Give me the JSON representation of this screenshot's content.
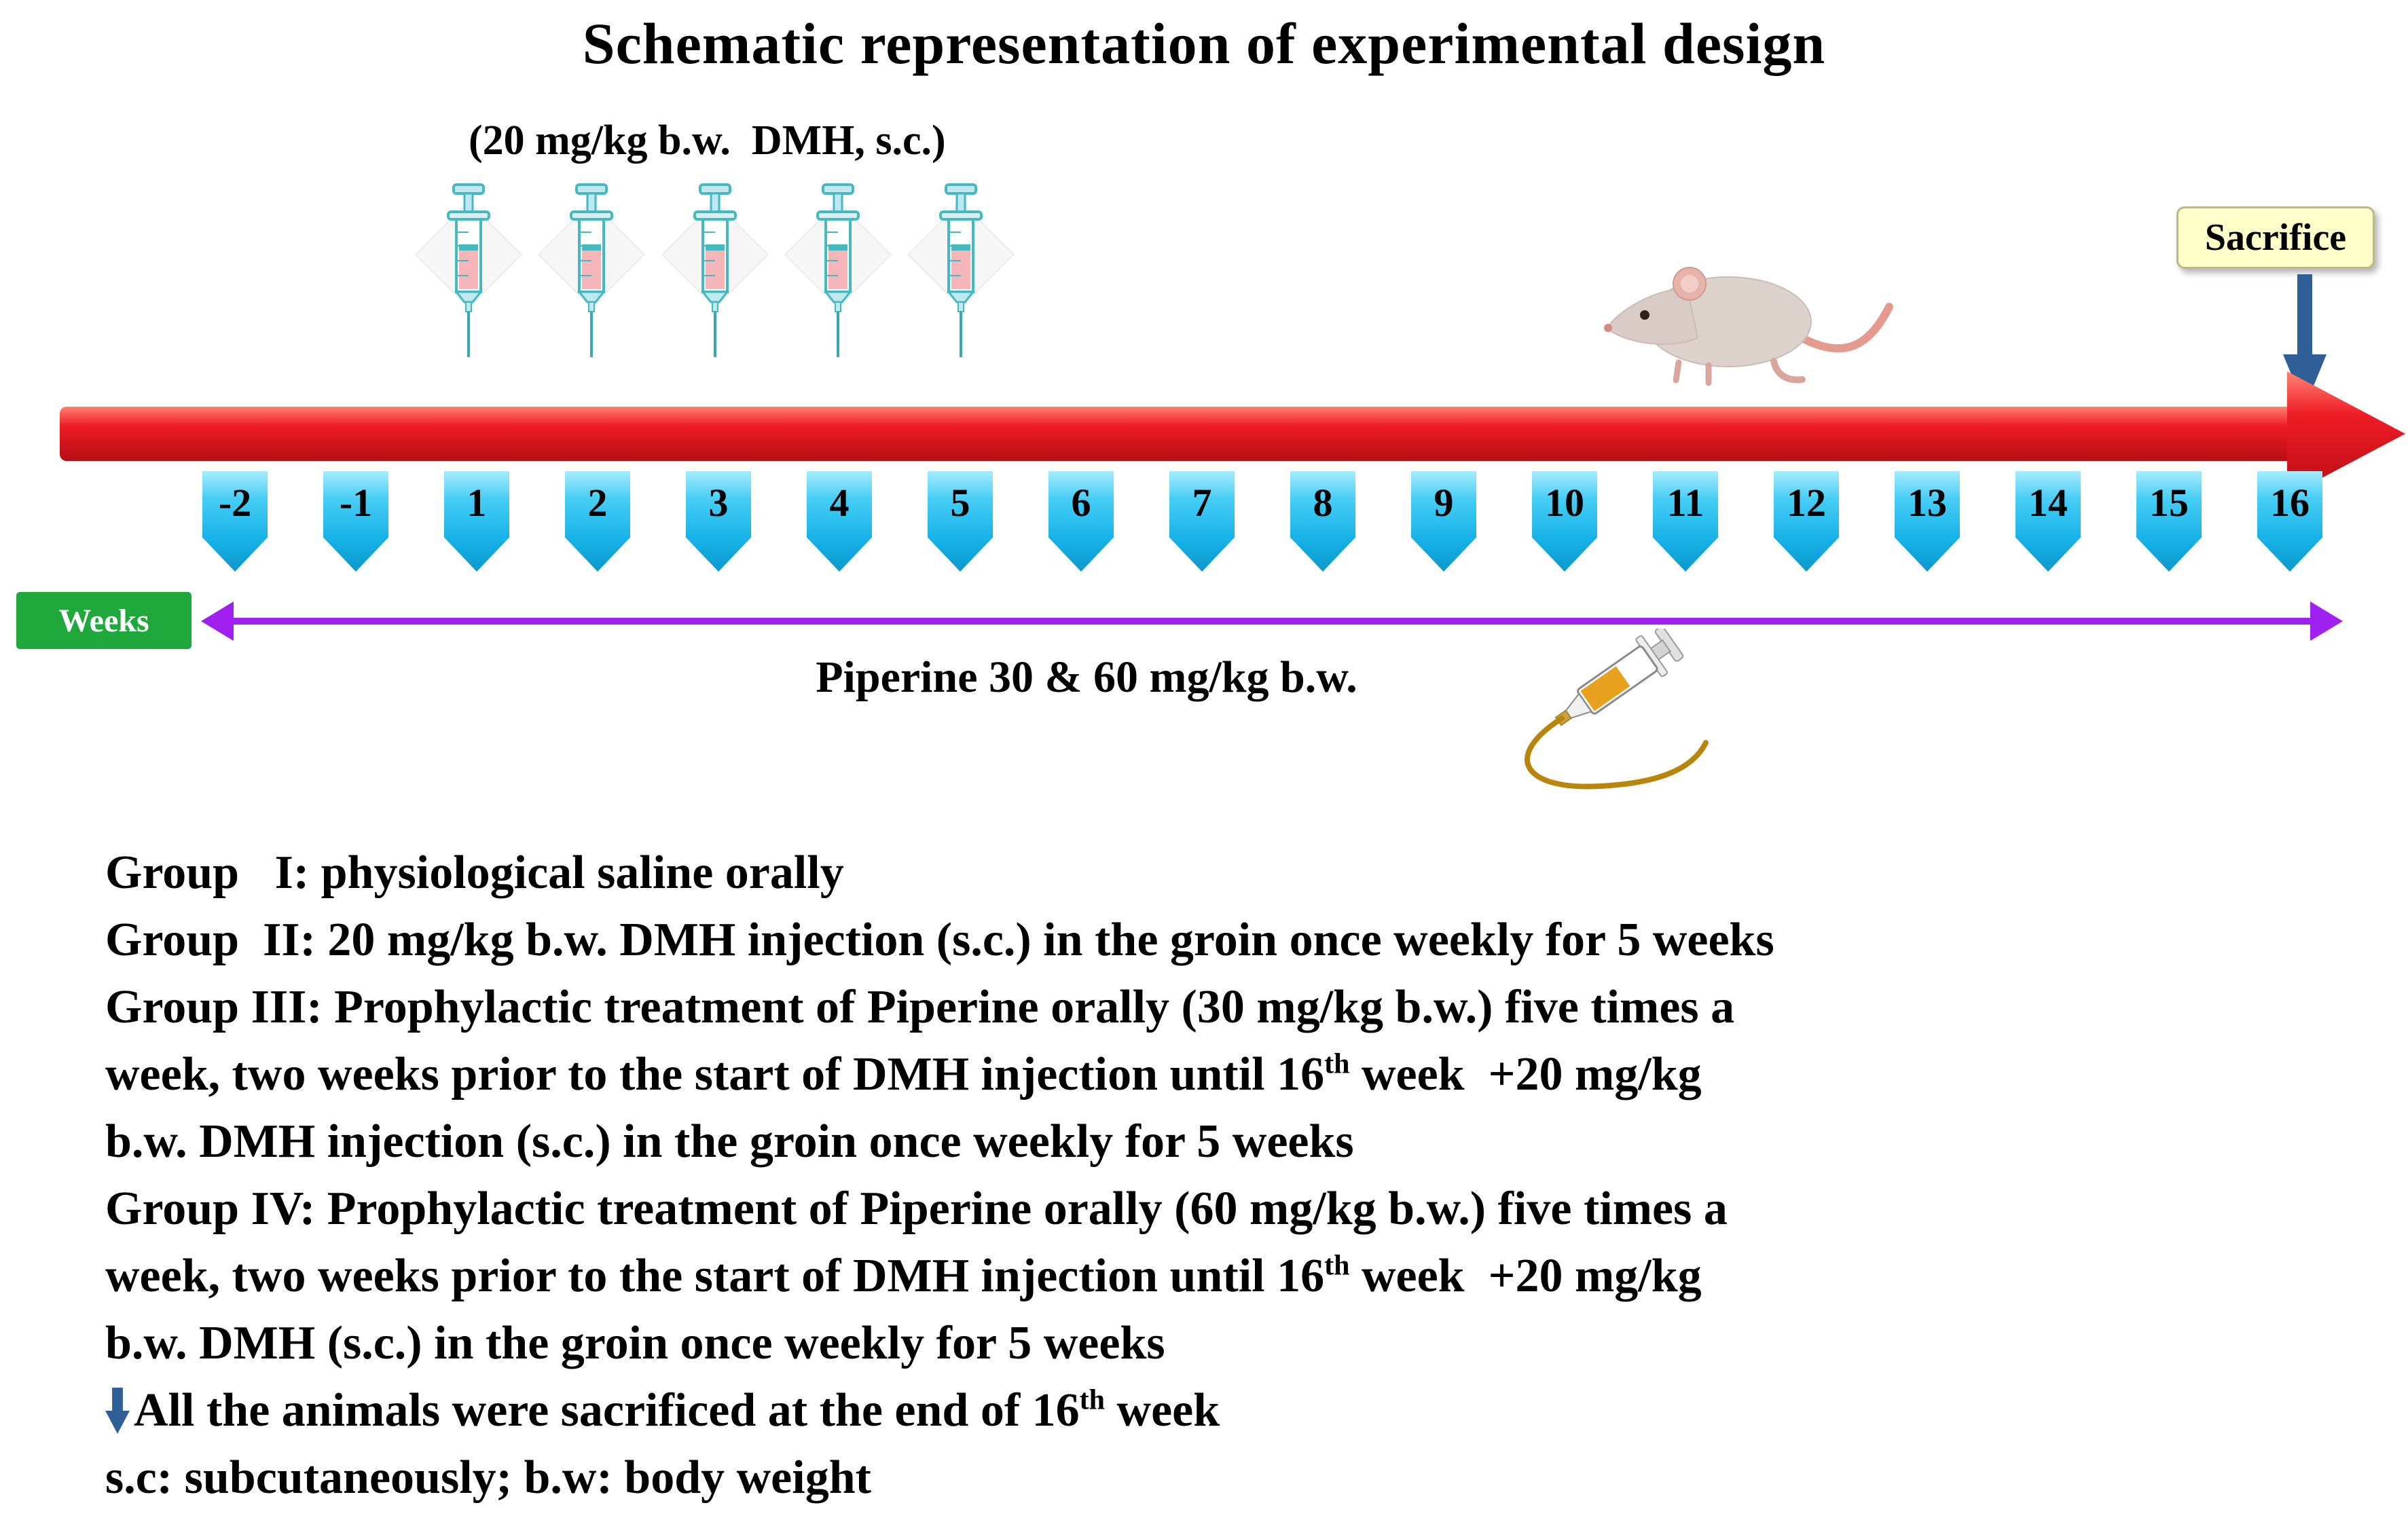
{
  "title": "Schematic representation of experimental design",
  "dmh_label": "(20 mg/kg b.w.  DMH, s.c.)",
  "sacrifice": {
    "label": "Sacrifice"
  },
  "weeks_box_label": "Weeks",
  "piperine_label": "Piperine 30 & 60 mg/kg b.w.",
  "timeline": {
    "weeks": [
      "-2",
      "-1",
      "1",
      "2",
      "3",
      "4",
      "5",
      "6",
      "7",
      "8",
      "9",
      "10",
      "11",
      "12",
      "13",
      "14",
      "15",
      "16"
    ],
    "dmh_injection_count": 5
  },
  "icons": {
    "syringe": "dmh-injection-syringe",
    "rat": "laboratory-rat",
    "gavage": "oral-gavage-syringe",
    "sacrifice_arrow": "blue-down-arrow",
    "timeline_arrow": "red-timeline-arrow",
    "piperine_arrow": "purple-double-headed-arrow"
  },
  "colors": {
    "timeline-red": "#ec1c24",
    "marker-cyan": "#2bc5f4",
    "weeks-green": "#1fa83c",
    "piperine-purple": "#a020f0",
    "sacrifice-bg": "#ffffc9",
    "sacrifice-border": "#b9b98a",
    "arrow-blue": "#2f5f96",
    "text-black": "#000000"
  },
  "description": {
    "lines": [
      {
        "name": "group-1",
        "segments": [
          {
            "text": "Group   I: physiological saline orally"
          }
        ]
      },
      {
        "name": "group-2",
        "segments": [
          {
            "text": "Group  II: 20 mg/kg b.w. DMH injection (s.c.) in the groin once weekly for 5 weeks"
          }
        ]
      },
      {
        "name": "group-3-line-1",
        "segments": [
          {
            "text": "Group III: Prophylactic treatment of Piperine orally (30 mg/kg b.w.) five times a"
          }
        ]
      },
      {
        "name": "group-3-line-2",
        "segments": [
          {
            "text": "week, two weeks prior to the start of DMH injection until 16"
          },
          {
            "text": "th",
            "sup": true
          },
          {
            "text": " week  +20 mg/kg"
          }
        ]
      },
      {
        "name": "group-3-line-3",
        "segments": [
          {
            "text": "b.w. DMH injection (s.c.) in the groin once weekly for 5 weeks"
          }
        ]
      },
      {
        "name": "group-4-line-1",
        "segments": [
          {
            "text": "Group IV: Prophylactic treatment of Piperine orally (60 mg/kg b.w.) five times a"
          }
        ]
      },
      {
        "name": "group-4-line-2",
        "segments": [
          {
            "text": "week, two weeks prior to the start of DMH injection until 16"
          },
          {
            "text": "th",
            "sup": true
          },
          {
            "text": " week  +20 mg/kg"
          }
        ]
      },
      {
        "name": "group-4-line-3",
        "segments": [
          {
            "text": "b.w. DMH (s.c.) in the groin once weekly for 5 weeks"
          }
        ]
      },
      {
        "name": "sacrifice-note",
        "arrow": true,
        "segments": [
          {
            "text": "All the animals were sacrificed at the end of 16"
          },
          {
            "text": "th",
            "sup": true
          },
          {
            "text": " week"
          }
        ]
      },
      {
        "name": "abbreviations",
        "segments": [
          {
            "text": "s.c: subcutaneously; b.w: body weight"
          }
        ]
      }
    ]
  }
}
